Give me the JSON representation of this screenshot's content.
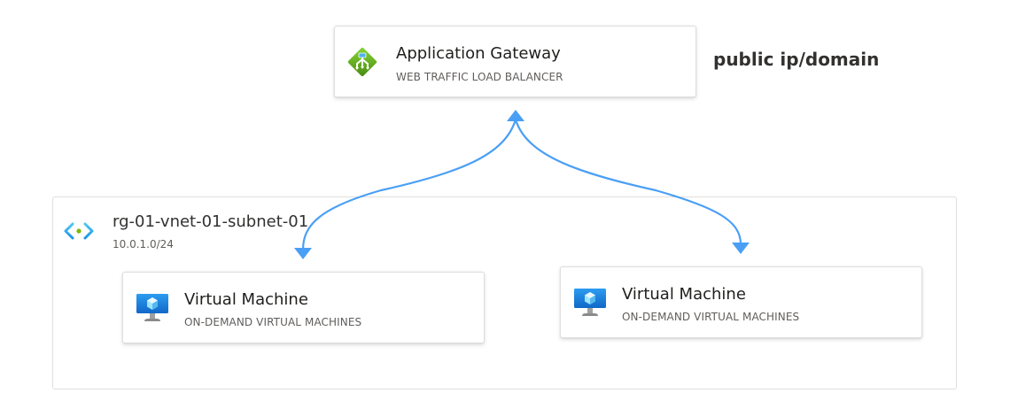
{
  "diagram": {
    "subnet": {
      "name": "rg-01-vnet-01-subnet-01",
      "cidr": "10.0.1.0/24",
      "icon": "virtual-network-icon"
    },
    "nodes": {
      "gateway": {
        "title": "Application Gateway",
        "subtitle": "WEB TRAFFIC LOAD BALANCER",
        "icon": "application-gateway-icon"
      },
      "vm1": {
        "title": "Virtual Machine",
        "subtitle": "ON-DEMAND VIRTUAL MACHINES",
        "icon": "virtual-machine-icon"
      },
      "vm2": {
        "title": "Virtual Machine",
        "subtitle": "ON-DEMAND VIRTUAL MACHINES",
        "icon": "virtual-machine-icon"
      }
    },
    "annotation": "public ip/domain",
    "connections": [
      {
        "from": "gateway",
        "to": "vm1",
        "bidirectional": true
      },
      {
        "from": "gateway",
        "to": "vm2",
        "bidirectional": true
      }
    ],
    "colors": {
      "connector": "#4a9ff5",
      "gateway_green": "#5ea51e",
      "vm_blue": "#1e88e5"
    }
  }
}
